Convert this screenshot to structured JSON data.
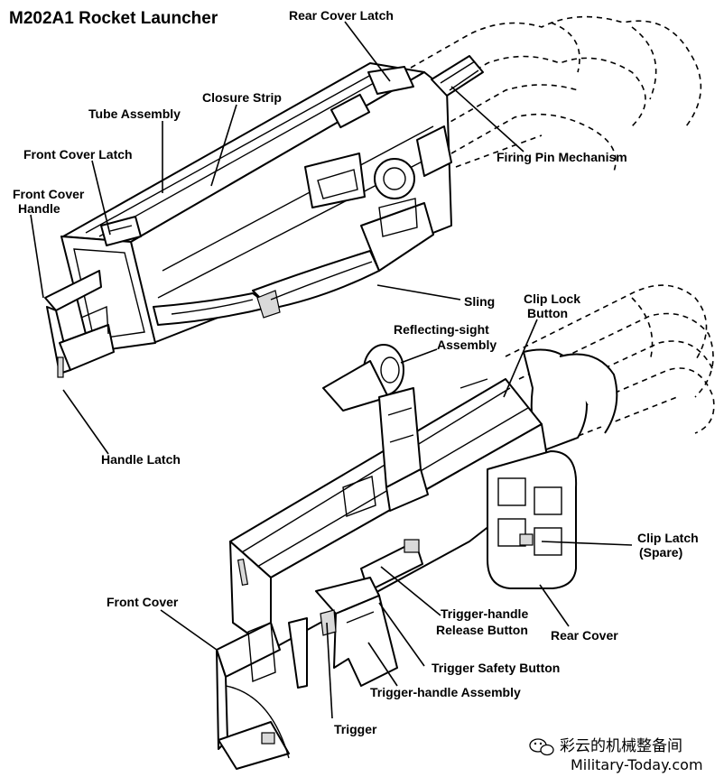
{
  "title": "M202A1 Rocket Launcher",
  "labels": {
    "rear_cover_latch": "Rear Cover Latch",
    "closure_strip": "Closure Strip",
    "tube_assembly": "Tube Assembly",
    "front_cover_latch": "Front Cover Latch",
    "front_cover_handle_1": "Front Cover",
    "front_cover_handle_2": "Handle",
    "firing_pin_mechanism": "Firing Pin Mechanism",
    "sling": "Sling",
    "clip_lock_button_1": "Clip Lock",
    "clip_lock_button_2": "Button",
    "reflecting_sight_1": "Reflecting-sight",
    "reflecting_sight_2": "Assembly",
    "handle_latch": "Handle Latch",
    "clip_latch_1": "Clip Latch",
    "clip_latch_2": "(Spare)",
    "front_cover": "Front Cover",
    "trigger_handle_release_1": "Trigger-handle",
    "trigger_handle_release_2": "Release Button",
    "rear_cover": "Rear Cover",
    "trigger_safety_button": "Trigger Safety Button",
    "trigger_handle_assembly": "Trigger-handle Assembly",
    "trigger": "Trigger"
  },
  "watermark": {
    "line1": "彩云的机械整备间",
    "line2": "Military-Today.com"
  }
}
